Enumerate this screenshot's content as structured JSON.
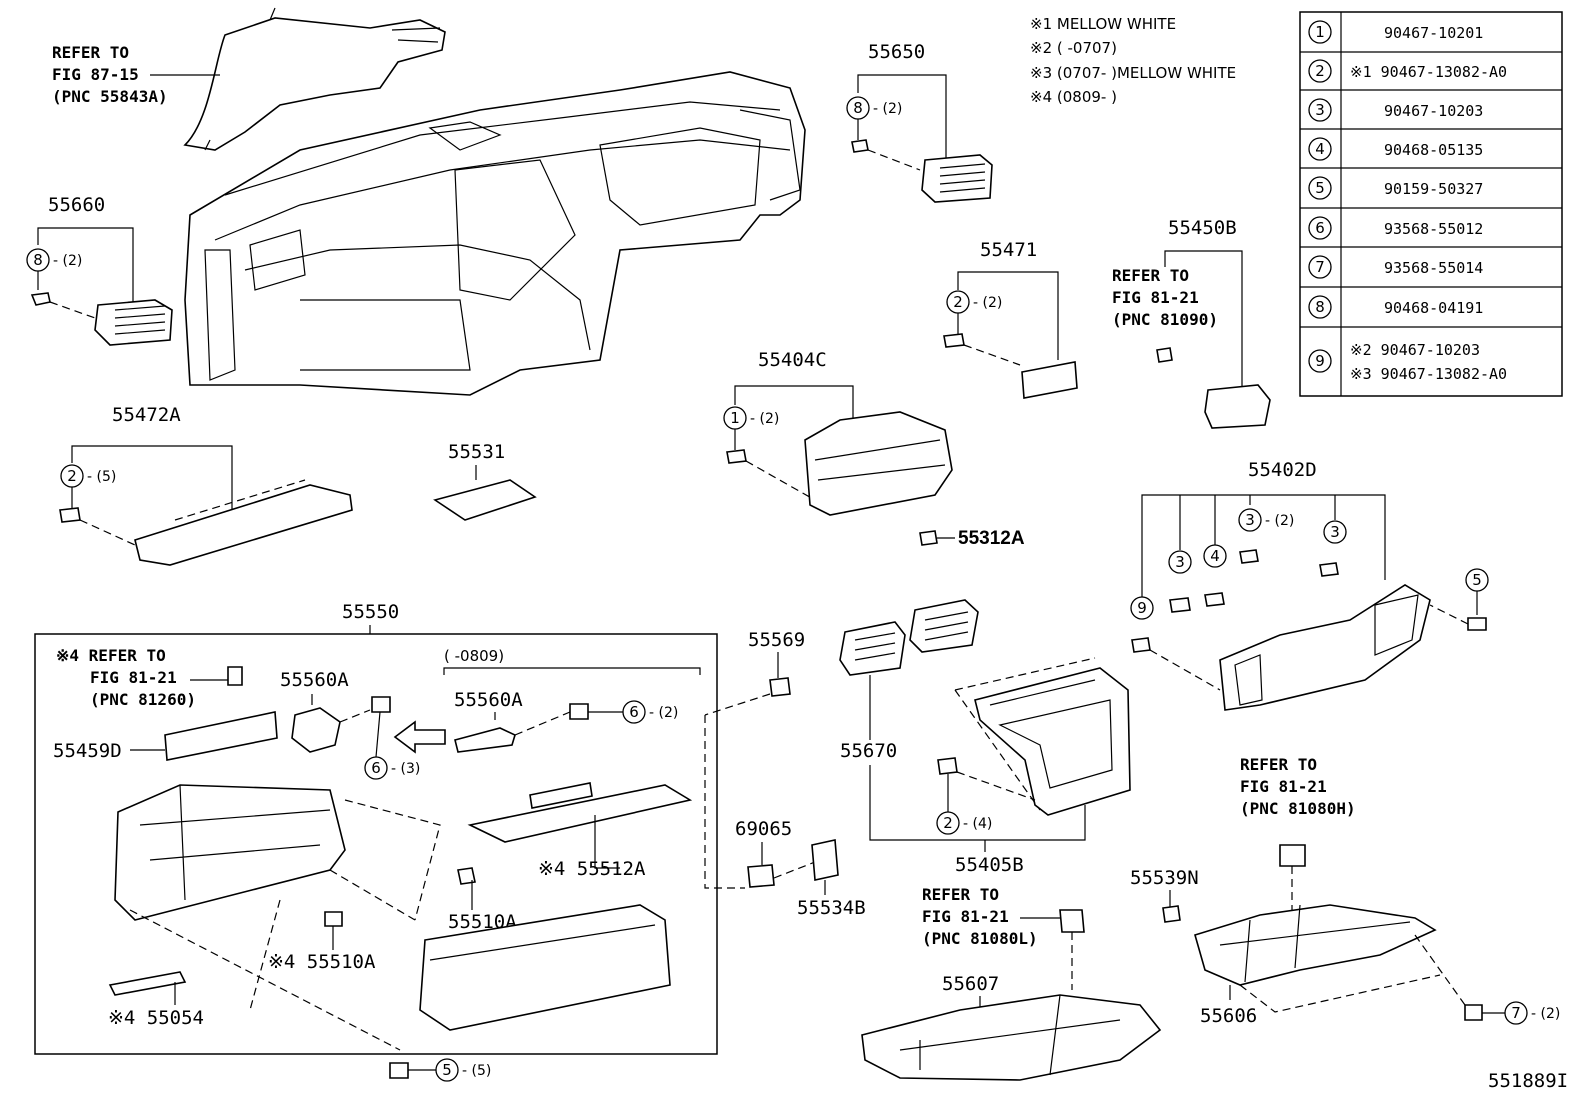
{
  "notes": {
    "n1": "※1 MELLOW WHITE",
    "n2": "※2 (    -0707)",
    "n3": "※3 (0707-    )MELLOW WHITE",
    "n4": "※4 (0809-    )"
  },
  "legend": {
    "rows": [
      {
        "num": "1",
        "part": "90467-10201"
      },
      {
        "num": "2",
        "part": "※1 90467-13082-A0"
      },
      {
        "num": "3",
        "part": "90467-10203"
      },
      {
        "num": "4",
        "part": "90468-05135"
      },
      {
        "num": "5",
        "part": "90159-50327"
      },
      {
        "num": "6",
        "part": "93568-55012"
      },
      {
        "num": "7",
        "part": "93568-55014"
      },
      {
        "num": "8",
        "part": "90468-04191"
      },
      {
        "num": "9",
        "part": "※2 90467-10203",
        "part2": "※3 90467-13082-A0"
      }
    ]
  },
  "refs": {
    "r1": {
      "l1": "REFER TO",
      "l2": "FIG 87-15",
      "l3": "(PNC 55843A)"
    },
    "r2": {
      "l1": "REFER TO",
      "l2": "FIG 81-21",
      "l3": "(PNC 81090)"
    },
    "r3": {
      "l1": "※4 REFER TO",
      "l2": "FIG 81-21",
      "l3": "(PNC 81260)"
    },
    "r4": {
      "l1": "REFER TO",
      "l2": "FIG 81-21",
      "l3": "(PNC 81080L)"
    },
    "r5": {
      "l1": "REFER TO",
      "l2": "FIG 81-21",
      "l3": "(PNC 81080H)"
    }
  },
  "labels": {
    "p55650": "55650",
    "p55660": "55660",
    "p55471": "55471",
    "p55450B": "55450B",
    "p55404C": "55404C",
    "p55472A": "55472A",
    "p55531": "55531",
    "p55312A": "55312A",
    "p55402D": "55402D",
    "p55550": "55550",
    "p55569": "55569",
    "p55560A_1": "55560A",
    "p55560A_2": "55560A",
    "p55459D": "55459D",
    "p55670": "55670",
    "p55512A": "※4 55512A",
    "p55510A_1": "55510A",
    "p55510A_2": "※4 55510A",
    "p55054": "※4 55054",
    "p69065": "69065",
    "p55534B": "55534B",
    "p55405B": "55405B",
    "p55539N": "55539N",
    "p55607": "55607",
    "p55606": "55606",
    "date_range": "(      -0809)",
    "figure_id": "551889I"
  },
  "callouts": {
    "c8a": {
      "num": "8",
      "qty": "- (2)"
    },
    "c8b": {
      "num": "8",
      "qty": "- (2)"
    },
    "c2a": {
      "num": "2",
      "qty": "- (2)"
    },
    "c1a": {
      "num": "1",
      "qty": "- (2)"
    },
    "c2b": {
      "num": "2",
      "qty": "- (5)"
    },
    "c3a": {
      "num": "3",
      "qty": "- (2)"
    },
    "c3b": {
      "num": "3"
    },
    "c3c": {
      "num": "3"
    },
    "c4a": {
      "num": "4"
    },
    "c9a": {
      "num": "9"
    },
    "c5a": {
      "num": "5"
    },
    "c6a": {
      "num": "6",
      "qty": "- (2)"
    },
    "c6b": {
      "num": "6",
      "qty": "- (3)"
    },
    "c2c": {
      "num": "2",
      "qty": "- (4)"
    },
    "c7a": {
      "num": "7",
      "qty": "- (2)"
    },
    "c5b": {
      "num": "5",
      "qty": "- (5)"
    }
  }
}
